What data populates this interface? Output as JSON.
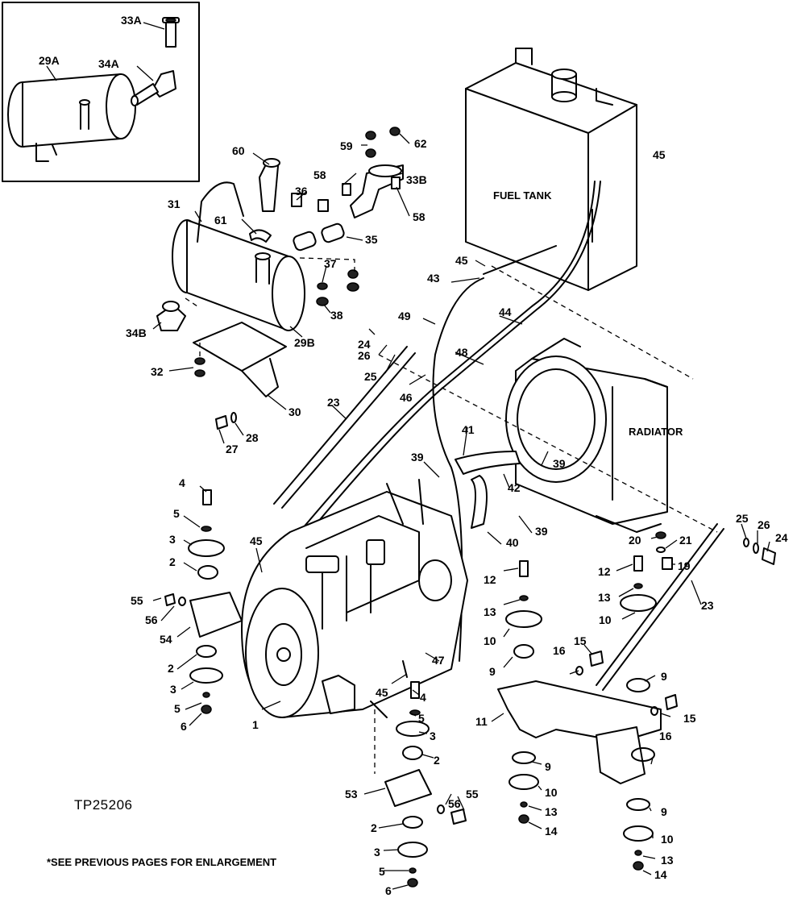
{
  "parts": {
    "p33A": "33A",
    "p34A": "34A",
    "p29A": "29A",
    "p60": "60",
    "p59": "59",
    "p62": "62",
    "p58a": "58",
    "p33B": "33B",
    "p31": "31",
    "p36": "36",
    "p61": "61",
    "p35": "35",
    "p58b": "58",
    "p37": "37",
    "p38": "38",
    "p34B": "34B",
    "p29B": "29B",
    "p32": "32",
    "p30": "30",
    "p28": "28",
    "p27": "27",
    "p24a": "24",
    "p26a": "26",
    "p25a": "25",
    "p23a": "23",
    "p43": "43",
    "p45a": "45",
    "p49": "49",
    "p44": "44",
    "p48": "48",
    "p46": "46",
    "p45b": "45",
    "p41": "41",
    "p39a": "39",
    "p42": "42",
    "p39b": "39",
    "p40": "40",
    "p39c": "39",
    "p4a": "4",
    "p5a": "5",
    "p3a": "3",
    "p2a": "2",
    "p55a": "55",
    "p56a": "56",
    "p54": "54",
    "p2b": "2",
    "p3b": "3",
    "p5b": "5",
    "p6a": "6",
    "p1": "1",
    "p45c": "45",
    "p47": "47",
    "p45d": "45",
    "p4b": "4",
    "p5c": "5",
    "p3c": "3",
    "p2c": "2",
    "p53": "53",
    "p56b": "56",
    "p55b": "55",
    "p2d": "2",
    "p3d": "3",
    "p5d": "5",
    "p6b": "6",
    "p12a": "12",
    "p13a": "13",
    "p10a": "10",
    "p9a": "9",
    "p16a": "16",
    "p15a": "15",
    "p11": "11",
    "p9b": "9",
    "p10b": "10",
    "p13b": "13",
    "p14a": "14",
    "p20": "20",
    "p21": "21",
    "p12b": "12",
    "p19": "19",
    "p13c": "13",
    "p10c": "10",
    "p9c": "9",
    "p15b": "15",
    "p16b": "16",
    "p9d": "9",
    "p10d": "10",
    "p13d": "13",
    "p14b": "14",
    "p23b": "23",
    "p25b": "25",
    "p26b": "26",
    "p24b": "24"
  },
  "labels": {
    "fuel_tank": "FUEL TANK",
    "radiator": "RADIATOR",
    "figure_code": "TP25206",
    "footnote": "*SEE PREVIOUS PAGES FOR ENLARGEMENT"
  }
}
